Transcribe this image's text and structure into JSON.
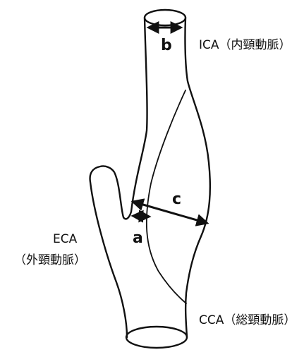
{
  "labels": {
    "ica": "ICA（内頸動脈）",
    "eca_line1": "ECA",
    "eca_line2": "（外頸動脈）",
    "cca": "CCA（総頸動脈）",
    "measure_a": "a",
    "measure_b": "b",
    "measure_c": "c"
  },
  "colors": {
    "stroke": "#111111",
    "background": "#ffffff"
  }
}
